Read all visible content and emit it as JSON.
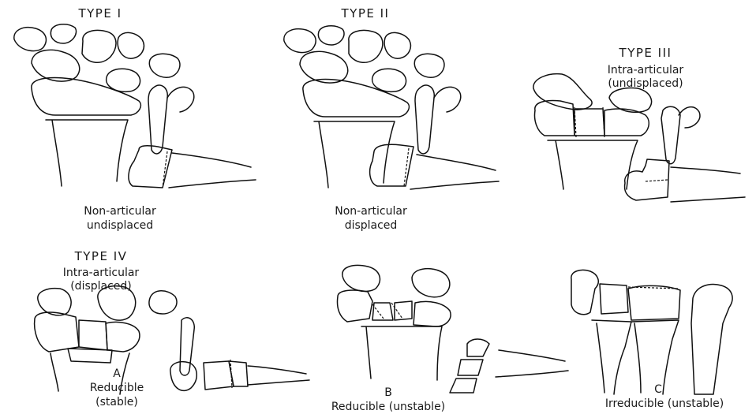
{
  "panels": {
    "type1": {
      "title": "TYPE I",
      "caption_1": "Non-articular",
      "caption_2": "undisplaced"
    },
    "type2": {
      "title": "TYPE II",
      "caption_1": "Non-articular",
      "caption_2": "displaced"
    },
    "type3": {
      "title": "TYPE III",
      "caption_1": "Intra-articular",
      "caption_2": "(undisplaced)"
    },
    "type4": {
      "title": "TYPE IV",
      "caption_1": "Intra-articular",
      "caption_2": "(displaced)"
    },
    "type4a": {
      "letter": "A",
      "caption_1": "Reducible",
      "caption_2": "(stable)"
    },
    "type4b": {
      "letter": "B",
      "caption_1": "Reducible (unstable)"
    },
    "type4c": {
      "letter": "C",
      "caption_1": "Irreducible (unstable)"
    }
  }
}
